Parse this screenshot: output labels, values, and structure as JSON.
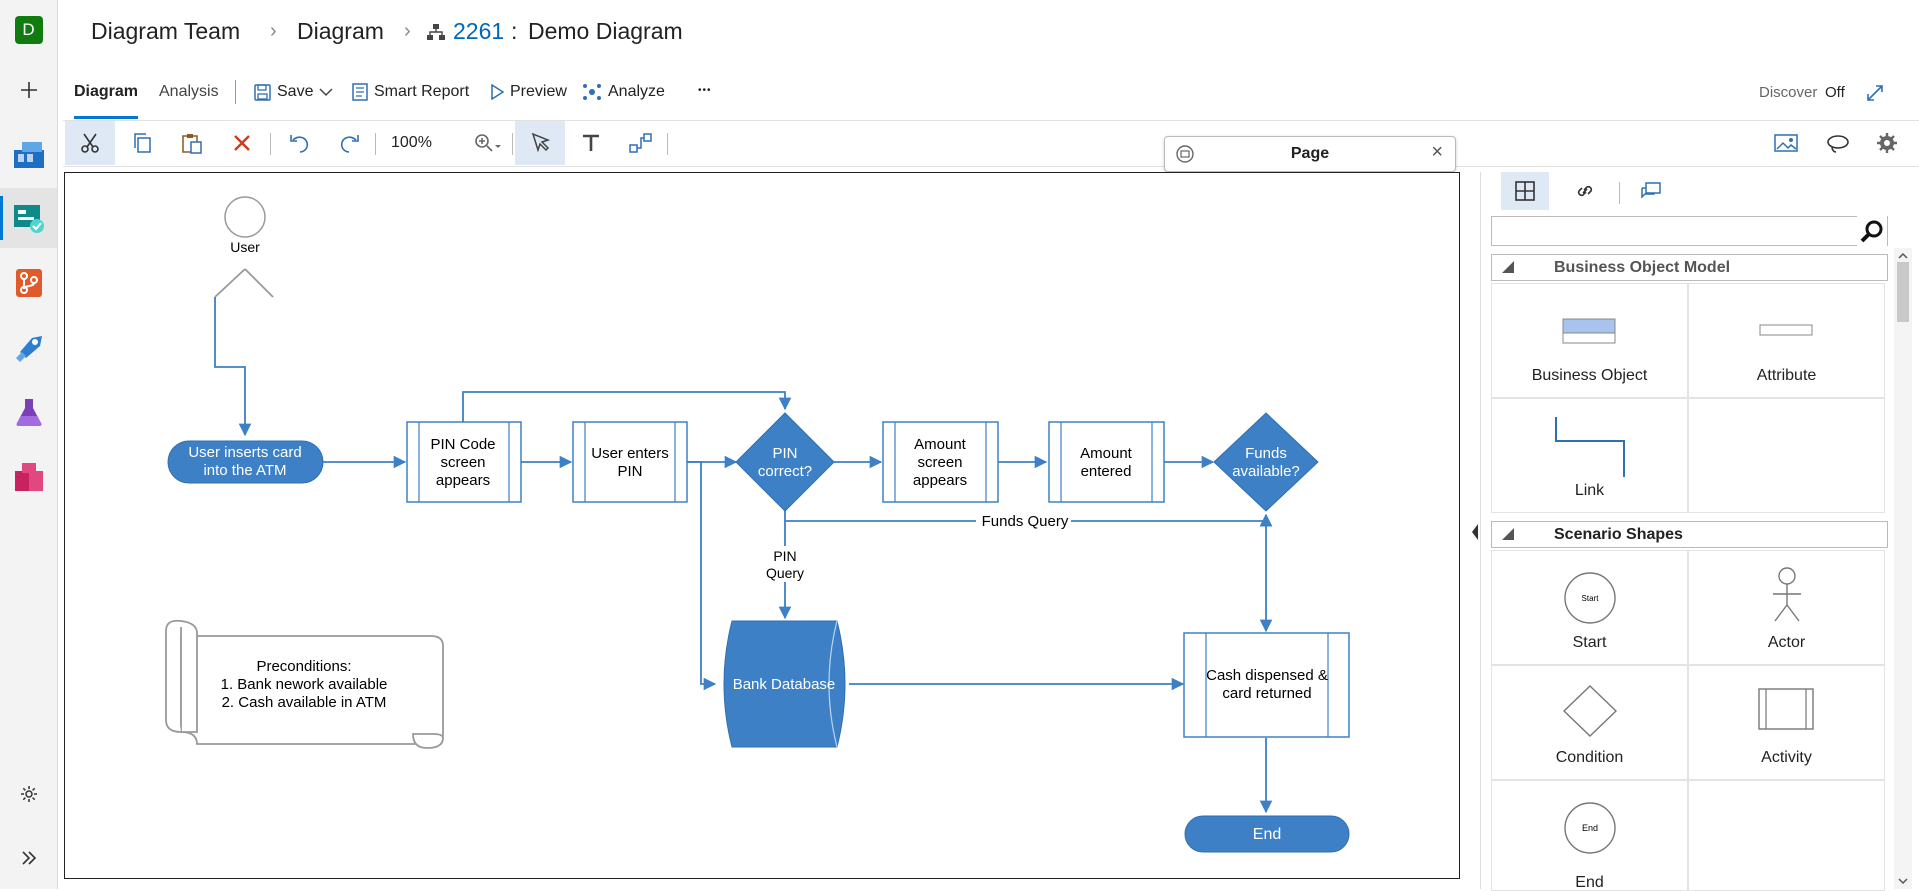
{
  "rail": {
    "avatar_letter": "D",
    "items": [
      "add-icon",
      "boards-icon",
      "test-plans-icon",
      "repos-icon",
      "pipelines-icon",
      "artifacts-lab-icon",
      "packages-icon"
    ],
    "bottom": [
      "settings-icon",
      "expand-icon"
    ]
  },
  "header": {
    "team": "Diagram Team",
    "section": "Diagram",
    "item_id": "2261",
    "item_sep": ":",
    "item_title": "Demo Diagram"
  },
  "tabs": {
    "diagram": "Diagram",
    "analysis": "Analysis",
    "save": "Save",
    "smart_report": "Smart Report",
    "preview": "Preview",
    "analyze": "Analyze",
    "more": "•••",
    "discover_label": "Discover",
    "discover_value": "Off"
  },
  "toolbar": {
    "zoom": "100%"
  },
  "page_popup": {
    "title": "Page",
    "close": "×"
  },
  "diagram": {
    "actor": "User",
    "start_line1": "User inserts card",
    "start_line2": "into the ATM",
    "pin_screen": [
      "PIN Code",
      "screen",
      "appears"
    ],
    "user_pin": [
      "User enters",
      "PIN"
    ],
    "pin_correct": [
      "PIN",
      "correct?"
    ],
    "amount_screen": [
      "Amount",
      "screen",
      "appears"
    ],
    "amount_entered": [
      "Amount",
      "entered"
    ],
    "funds_available": [
      "Funds",
      "available?"
    ],
    "funds_query": "Funds Query",
    "pin_query": [
      "PIN",
      "Query"
    ],
    "bank_db": "Bank Database",
    "cash_dispensed": [
      "Cash dispensed &",
      "card returned"
    ],
    "end": "End",
    "preconditions": [
      "Preconditions:",
      "1. Bank nework available",
      "2. Cash available in ATM"
    ]
  },
  "palette": {
    "search_placeholder": "",
    "sections": [
      {
        "title": "Business Object Model",
        "items": [
          "Business Object",
          "Attribute",
          "Link"
        ]
      },
      {
        "title": "Scenario Shapes",
        "items": [
          "Start",
          "Actor",
          "Condition",
          "Activity",
          "End"
        ]
      }
    ],
    "start_icon_text": "Start",
    "end_icon_text": "End"
  },
  "colors": {
    "accent": "#0078d4",
    "shape_fill": "#3d80c6",
    "shape_stroke": "#2f6fb3",
    "link": "#0067b8",
    "avatar": "#107c10"
  }
}
